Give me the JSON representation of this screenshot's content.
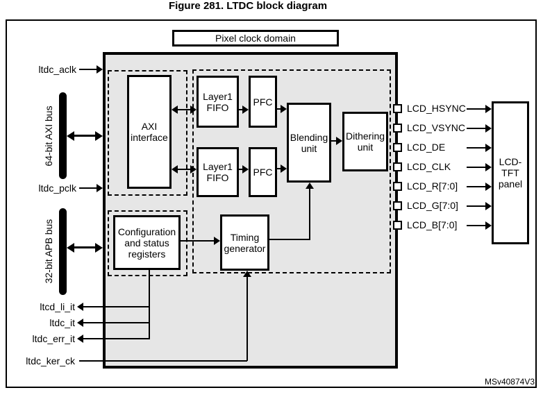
{
  "figure_title": "Figure 281. LTDC block diagram",
  "watermark": "MSv40874V3",
  "pixel_clock_domain_label": "Pixel clock domain",
  "blocks": {
    "axi_interface": "AXI\ninterface",
    "layer1_fifo_top": "Layer1\nFIFO",
    "pfc_top": "PFC",
    "layer1_fifo_bottom": "Layer1\nFIFO",
    "pfc_bottom": "PFC",
    "blending_unit": "Blending\nunit",
    "dithering_unit": "Dithering\nunit",
    "config_registers": "Configuration\nand status\nregisters",
    "timing_generator": "Timing\ngenerator",
    "lcd_tft_panel": "LCD-\nTFT\npanel"
  },
  "left_signals": {
    "aclk": "ltdc_aclk",
    "axi_bus": "64-bit AXI bus",
    "pclk": "ltdc_pclk",
    "apb_bus": "32-bit APB bus",
    "li_it": "ltcd_li_it",
    "it": "ltdc_it",
    "err_it": "ltdc_err_it",
    "ker_ck": "ltdc_ker_ck"
  },
  "right_signals": [
    {
      "label": "LCD_HSYNC"
    },
    {
      "label": "LCD_VSYNC"
    },
    {
      "label": "LCD_DE"
    },
    {
      "label": "LCD_CLK"
    },
    {
      "label": "LCD_R[7:0]"
    },
    {
      "label": "LCD_G[7:0]"
    },
    {
      "label": "LCD_B[7:0]"
    }
  ],
  "colors": {
    "domain_fill": "#e6e6e6",
    "block_fill": "#ffffff",
    "line": "#000000"
  }
}
